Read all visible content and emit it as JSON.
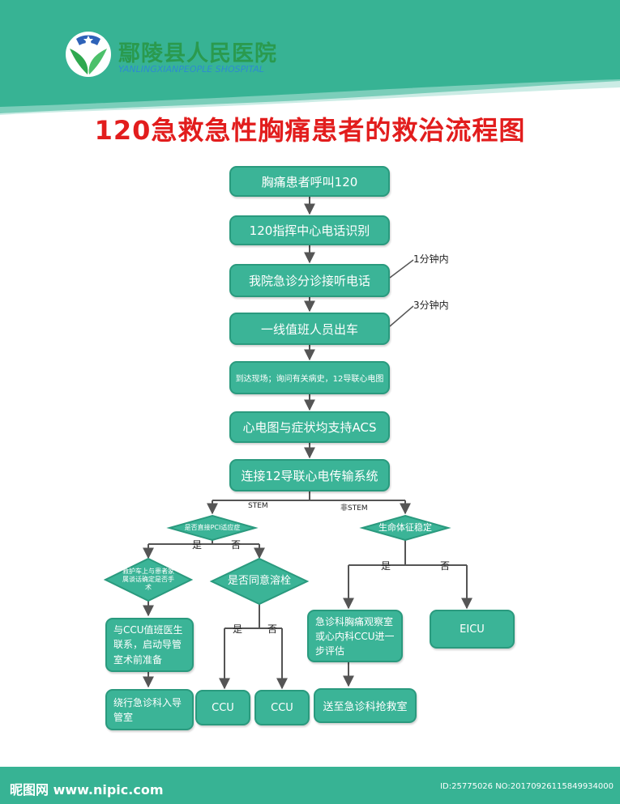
{
  "header": {
    "hospital_name": "鄢陵县人民医院",
    "hospital_name_en": "YANLINGXIANPEOPLE SHOSPITAL",
    "title": "120急救急性胸痛患者的救治流程图"
  },
  "flow": {
    "step1": "胸痛患者呼叫120",
    "step2": "120指挥中心电话识别",
    "step3": "我院急诊分诊接听电话",
    "note1": "1分钟内",
    "step4": "一线值班人员出车",
    "note2": "3分钟内",
    "step5": "到达现场；询问有关病史，12导联心电图",
    "step6": "心电图与症状均支持ACS",
    "step7": "连接12导联心电传输系统",
    "branch_stem": "STEM",
    "branch_nonstem": "非STEM",
    "decision_pci": "是否直接PCI适应症",
    "yes1": "是",
    "no1": "否",
    "decision_stable": "生命体征稳定",
    "yes_stable": "是",
    "no_stable": "否",
    "decision_talk": "救护车上与患者家属谈话确定是否手术",
    "decision_lysis": "是否同意溶栓",
    "yes_lysis": "是",
    "no_lysis": "否",
    "box_contact": "与CCU值班医生联系，启动导管室术前准备",
    "box_cath": "绕行急诊科入导管室",
    "box_ccu1": "CCU",
    "box_ccu2": "CCU",
    "box_observe": "急诊科胸痛观察室或心内科CCU进一步评估",
    "box_rescue": "送至急诊科抢救室",
    "box_eicu": "EICU"
  },
  "footer": {
    "watermark": "昵图网 www.nipic.com",
    "id_text": "ID:25775026 NO:20170926115849934000"
  },
  "colors": {
    "teal": "#37b394",
    "box": "#3bb497",
    "title_red": "#e21d1d",
    "arrow": "#555555"
  }
}
